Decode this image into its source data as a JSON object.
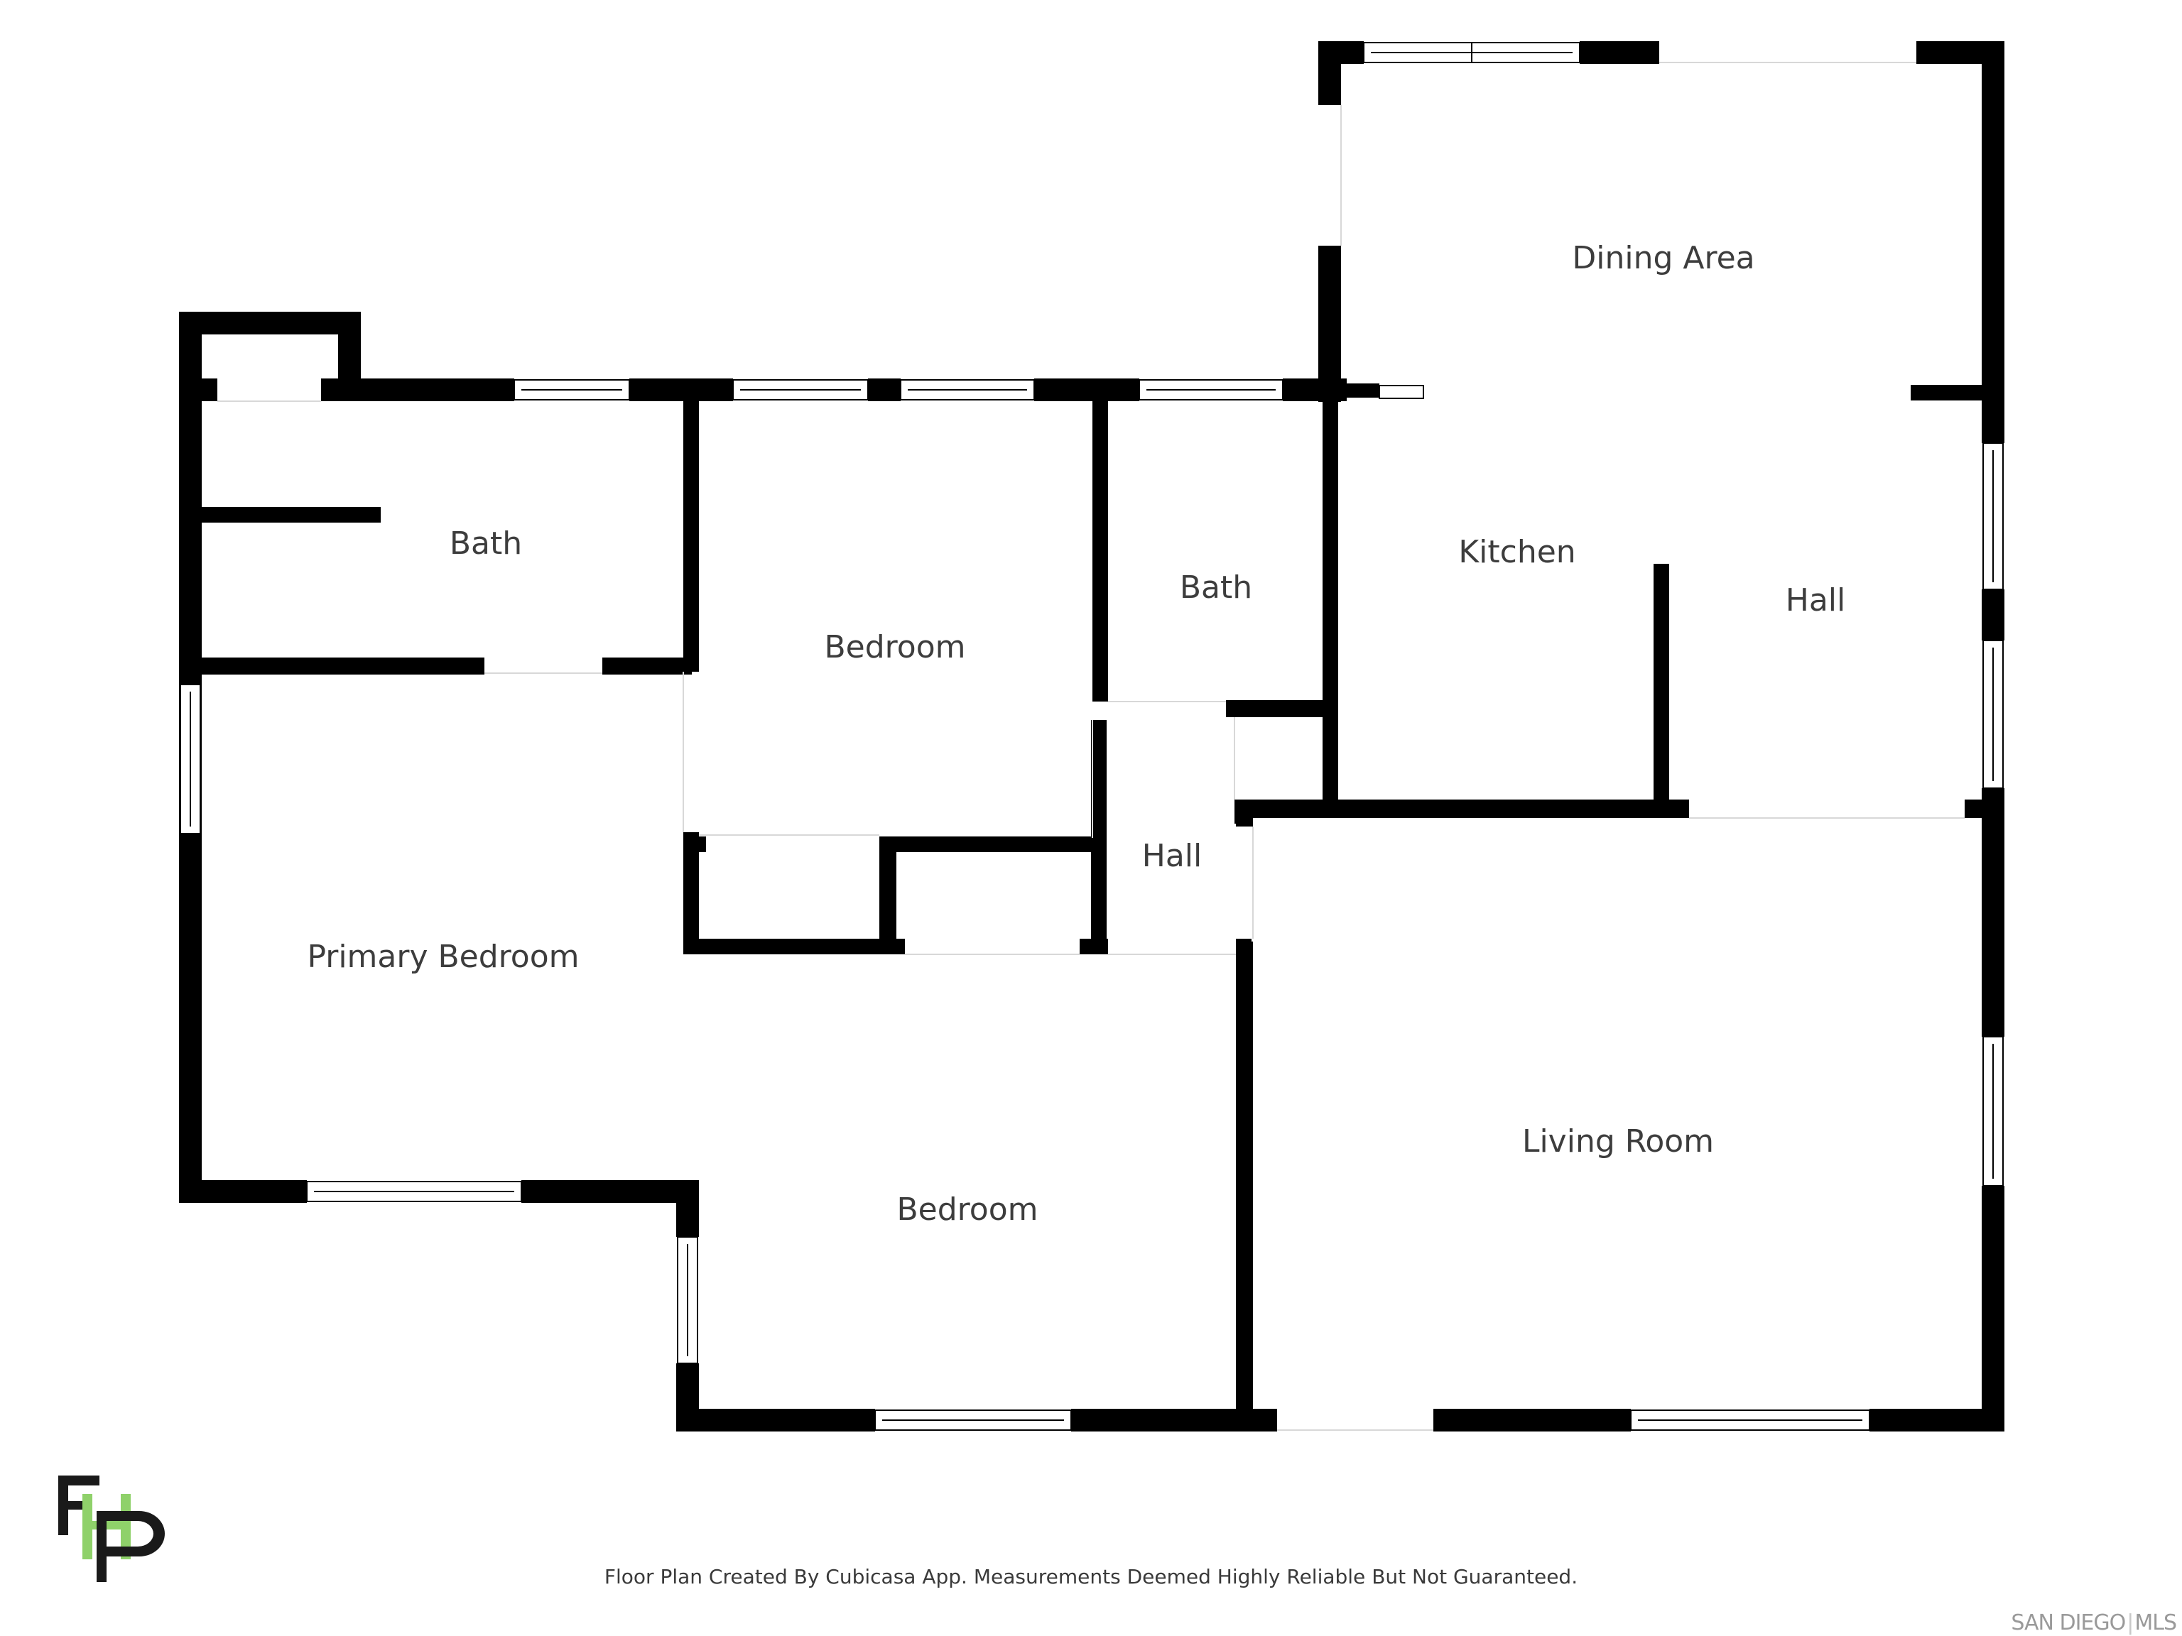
{
  "rooms": {
    "dining_area": "Dining Area",
    "kitchen": "Kitchen",
    "hall_east": "Hall",
    "bath_west": "Bath",
    "bath_center": "Bath",
    "bedroom_north": "Bedroom",
    "hall_center": "Hall",
    "primary_bedroom": "Primary Bedroom",
    "bedroom_south": "Bedroom",
    "living_room": "Living Room"
  },
  "footer": {
    "disclaimer": "Floor Plan Created By Cubicasa App. Measurements Deemed Highly Reliable But Not Guaranteed.",
    "mls_left": "SAN DIEGO",
    "mls_sep": "|",
    "mls_right": "MLS"
  },
  "logo": {
    "text": "FHP",
    "colors": {
      "dark": "#1a1a1a",
      "accent": "#8fd16a"
    }
  },
  "colors": {
    "wall": "#000000",
    "background": "#ffffff",
    "label": "#3d3d3d"
  }
}
